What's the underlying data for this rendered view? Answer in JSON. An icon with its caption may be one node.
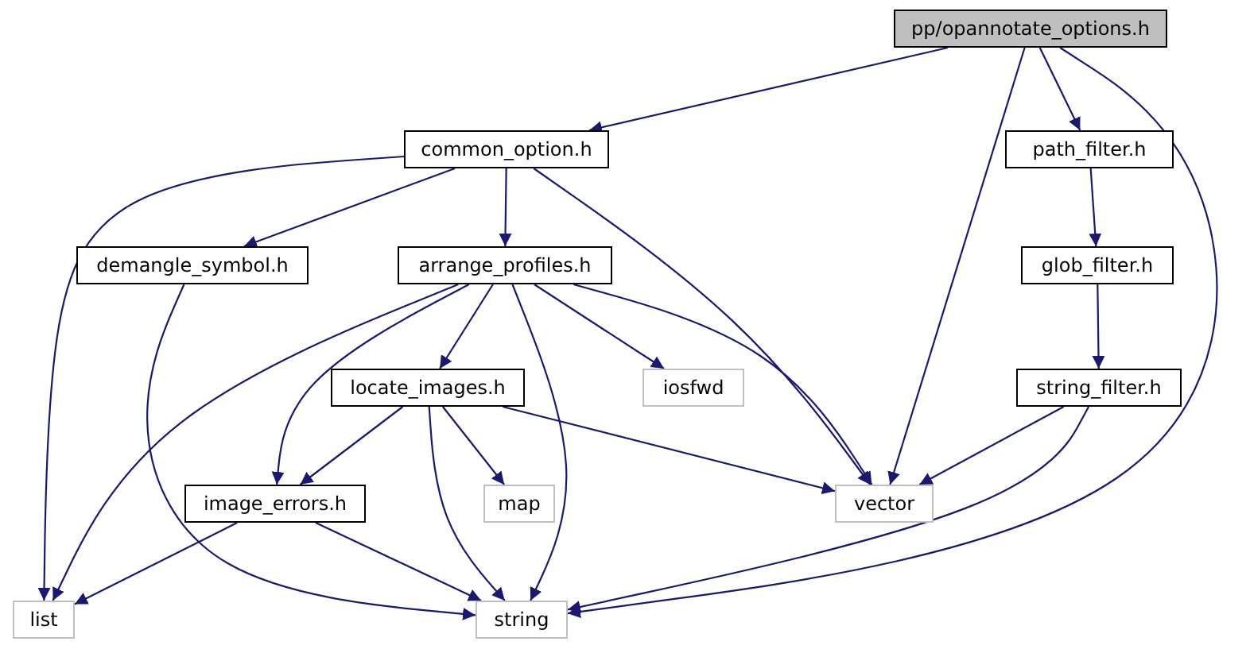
{
  "diagram": {
    "nodes": [
      {
        "text": [
          "pp/opannotate_options.h"
        ]
      },
      {
        "text": [
          "common_option.h"
        ]
      },
      {
        "text": [
          "path_filter.h"
        ]
      },
      {
        "text": [
          "demangle_symbol.h"
        ]
      },
      {
        "text": [
          "arrange_profiles.h"
        ]
      },
      {
        "text": [
          "glob_filter.h"
        ]
      },
      {
        "text": [
          "locate_images.h"
        ]
      },
      {
        "text": [
          "iosfwd"
        ]
      },
      {
        "text": [
          "string_filter.h"
        ]
      },
      {
        "text": [
          "image_errors.h"
        ]
      },
      {
        "text": [
          "map"
        ]
      },
      {
        "text": [
          "vector"
        ]
      },
      {
        "text": [
          "list"
        ]
      },
      {
        "text": [
          "string"
        ]
      }
    ],
    "edges": [
      {
        "from": 0,
        "to": 1,
        "arrow": "to"
      },
      {
        "from": 0,
        "to": 11,
        "arrow": "to"
      },
      {
        "from": 0,
        "to": 2,
        "arrow": "to"
      },
      {
        "from": 0,
        "to": 13,
        "arrow": "to"
      },
      {
        "from": 1,
        "to": 12,
        "arrow": "to"
      },
      {
        "from": 1,
        "to": 3,
        "arrow": "to"
      },
      {
        "from": 1,
        "to": 4,
        "arrow": "to"
      },
      {
        "from": 1,
        "to": 11,
        "arrow": "to"
      },
      {
        "from": 2,
        "to": 5,
        "arrow": "to"
      },
      {
        "from": 5,
        "to": 8,
        "arrow": "to"
      },
      {
        "from": 8,
        "to": 11,
        "arrow": "to"
      },
      {
        "from": 8,
        "to": 13,
        "arrow": "to"
      },
      {
        "from": 3,
        "to": 13,
        "arrow": "to"
      },
      {
        "from": 4,
        "to": 12,
        "arrow": "to"
      },
      {
        "from": 4,
        "to": 6,
        "arrow": "to"
      },
      {
        "from": 4,
        "to": 7,
        "arrow": "to"
      },
      {
        "from": 4,
        "to": 11,
        "arrow": "to"
      },
      {
        "from": 4,
        "to": 13,
        "arrow": "to"
      },
      {
        "from": 4,
        "to": 9,
        "arrow": "to"
      },
      {
        "from": 6,
        "to": 9,
        "arrow": "to"
      },
      {
        "from": 6,
        "to": 10,
        "arrow": "to"
      },
      {
        "from": 6,
        "to": 13,
        "arrow": "to"
      },
      {
        "from": 6,
        "to": 11,
        "arrow": "to"
      },
      {
        "from": 9,
        "to": 12,
        "arrow": "to"
      },
      {
        "from": 9,
        "to": 13,
        "arrow": "to"
      }
    ]
  }
}
